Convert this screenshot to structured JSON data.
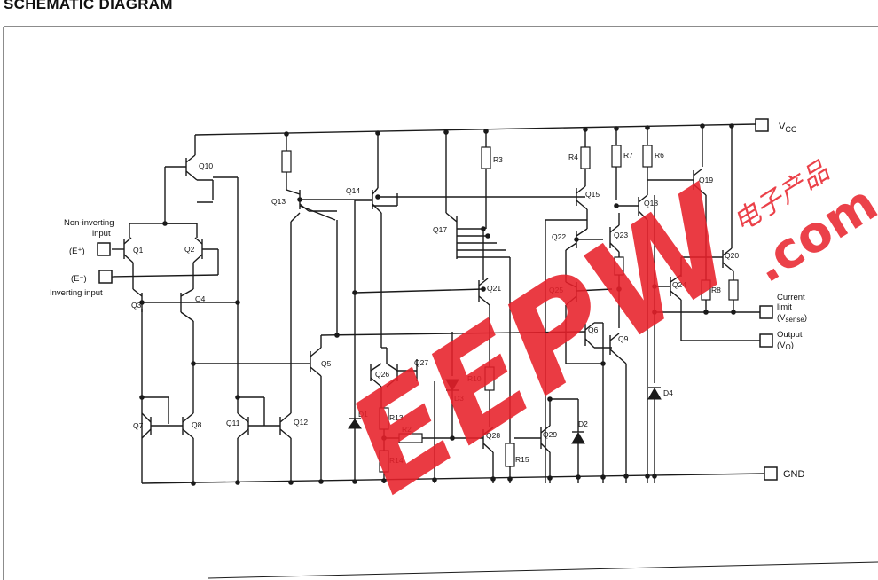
{
  "title": "SCHEMATIC DIAGRAM",
  "pins": {
    "vcc": "V",
    "vcc_sub": "CC",
    "non_inverting_1": "Non-inverting",
    "non_inverting_2": "input",
    "e_plus": "(E⁺)",
    "e_minus": "(E⁻)",
    "inverting": "Inverting input",
    "current_limit_1": "Current",
    "current_limit_2": "limit",
    "current_limit_3": "(V",
    "current_limit_3_sub": "sense",
    "current_limit_3_end": ")",
    "output_1": "Output",
    "output_2": "(V",
    "output_2_sub": "O",
    "output_2_end": ")",
    "gnd": "GND"
  },
  "transistors": {
    "q1": "Q1",
    "q2": "Q2",
    "q3": "Q3",
    "q4": "Q4",
    "q5": "Q5",
    "q6": "Q6",
    "q7": "Q7",
    "q8": "Q8",
    "q9": "Q9",
    "q10": "Q10",
    "q11": "Q11",
    "q12": "Q12",
    "q13": "Q13",
    "q14": "Q14",
    "q15": "Q15",
    "q17": "Q17",
    "q18": "Q18",
    "q19": "Q19",
    "q20": "Q20",
    "q21": "Q21",
    "q22": "Q22",
    "q23": "Q23",
    "q24": "Q24",
    "q25": "Q25",
    "q26": "Q26",
    "q27": "Q27",
    "q28": "Q28",
    "q29": "Q29"
  },
  "resistors": {
    "r2": "R2",
    "r3": "R3",
    "r4": "R4",
    "r6": "R6",
    "r7": "R7",
    "r8": "R8",
    "r10": "R10",
    "r13": "R13",
    "r14": "R14",
    "r15": "R15"
  },
  "diodes": {
    "d1": "D1",
    "d2": "D2",
    "d3": "D3",
    "d4": "D4"
  },
  "watermark": {
    "logo": "EEPW",
    "domain": ".com",
    "chinese": "电子产品"
  }
}
